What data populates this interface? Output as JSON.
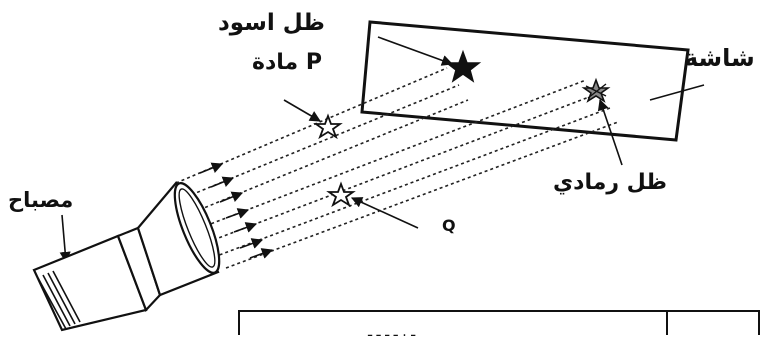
{
  "labels": {
    "black_shadow": "ظل اسود",
    "substance_p": "مادة P",
    "screen": "شاشة",
    "lamp": "مصباح",
    "grey_shadow": "ظل رمادي",
    "q": "Q"
  },
  "table_partial_text": "ـ . ـ ـ ـ ـ"
}
